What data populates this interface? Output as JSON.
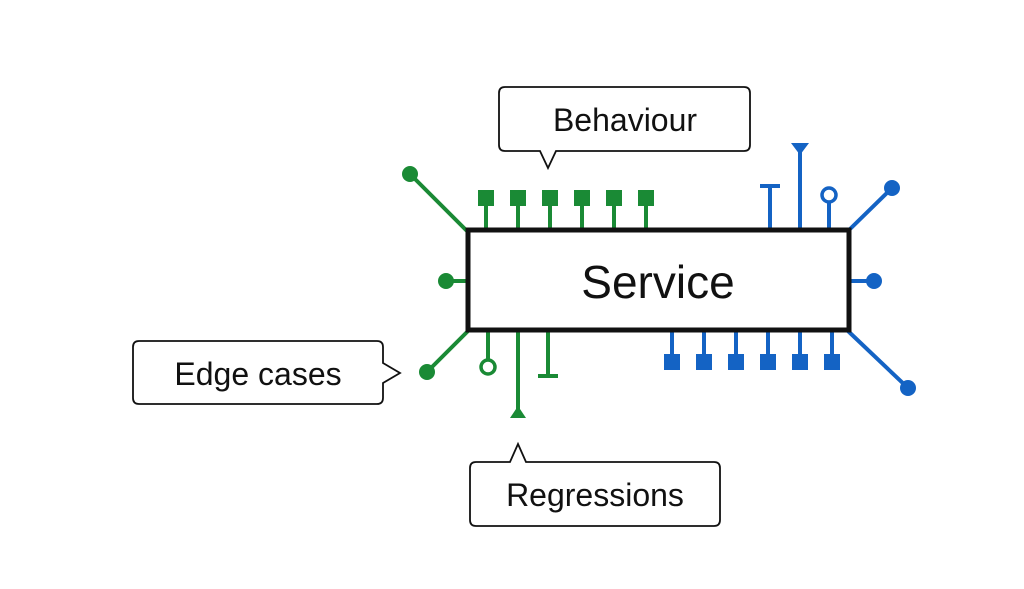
{
  "service": {
    "title": "Service"
  },
  "callouts": {
    "behaviour": "Behaviour",
    "edge_cases": "Edge cases",
    "regressions": "Regressions"
  },
  "colors": {
    "green": "#1a8a35",
    "blue": "#1463c4",
    "black": "#111111",
    "white": "#ffffff"
  }
}
